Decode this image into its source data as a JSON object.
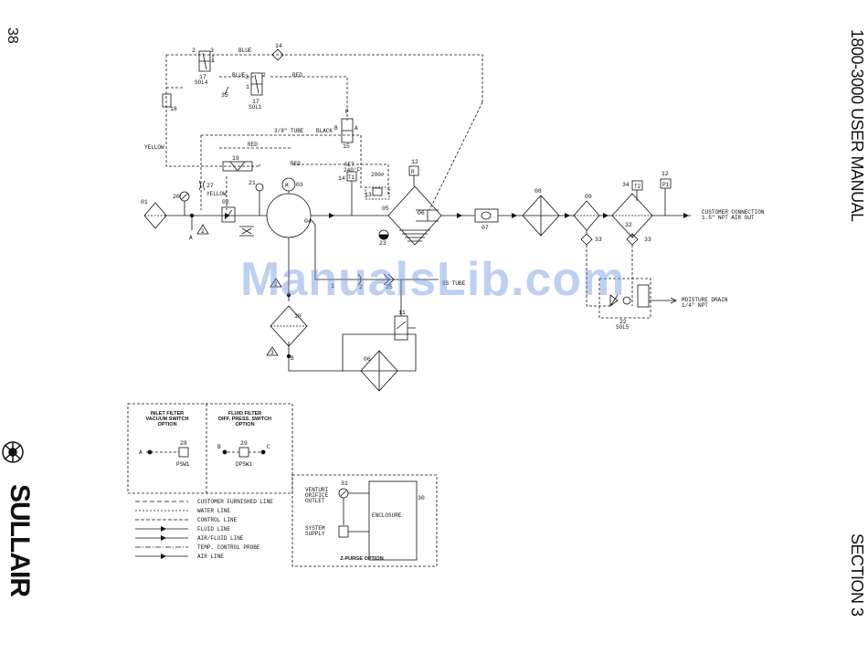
{
  "page": {
    "number": "38",
    "title": "1800-3000 USER MANUAL",
    "section": "SECTION 3",
    "brand": "SULLAIR",
    "watermark": "ManualsLib.com"
  },
  "diagram": {
    "wire_labels": {
      "blue_top": "BLUE",
      "blue_mid": "BLUE",
      "red_top": "RED",
      "yellow": "YELLOW",
      "tube": "3/8\" TUBE",
      "black": "BLACK",
      "red_mid": "RED",
      "red_lower": "RED",
      "yellow_small": "YELLOW",
      "ss_tube": "SS TUBE"
    },
    "components": {
      "sol4": "SOL4",
      "sol1": "SOL1",
      "sol5": "SOL5",
      "set_temp_1": "SET",
      "set_temp_2": "240°F",
      "sw_200": "200#",
      "port_p": "P",
      "port_b": "B",
      "port_a": "A",
      "port_a_main": "A",
      "port_b_lower": "B",
      "port_c_lower": "C",
      "motor": "M",
      "t1": "T1",
      "t2": "T2",
      "p1": "P1",
      "r": "R",
      "customer_conn_1": "CUSTOMER CONNECTION",
      "customer_conn_2": "1.5\" NPT AIR OUT",
      "moisture_1": "MOISTURE DRAIN",
      "moisture_2": "1/4\" NPT",
      "mark_2": "2",
      "mark_2b": "2",
      "mark_3": "3"
    },
    "numbers": {
      "n2_sol4": "2",
      "n3_sol4": "3",
      "n1_sol4": "1",
      "n17a": "17",
      "n14_top": "14",
      "n2_sol1": "2",
      "n3_sol1": "3",
      "n1_sol1": "1",
      "n17b": "17",
      "n35": "35",
      "n18": "18",
      "n15": "15",
      "n19": "19",
      "n27": "27",
      "n01": "01",
      "n20": "20",
      "n02": "02",
      "n21": "21",
      "n03": "03",
      "n04": "04",
      "n14_t1": "14",
      "n12_r": "12",
      "n13": "13",
      "n05": "05",
      "n06": "06",
      "n23": "23",
      "n07": "07",
      "n08": "08",
      "n09": "09",
      "n34": "34",
      "n12_p1": "12",
      "n32": "32",
      "n33a": "33",
      "n33b": "33",
      "n22": "22",
      "n10": "10",
      "n11": "11",
      "n06b": "06",
      "n1_lower": "1",
      "n2_lower": "2",
      "n25": "25"
    },
    "inset_inlet": {
      "title_1": "INLET FILTER",
      "title_2": "VACUUM SWITCH",
      "title_3": "OPTION",
      "port": "A",
      "num": "28",
      "tag": "PSW1"
    },
    "inset_fluid": {
      "title_1": "FLUID FILTER",
      "title_2": "DIFF. PRESS. SWITCH",
      "title_3": "OPTION",
      "port_b": "B",
      "port_c": "C",
      "num": "29",
      "tag": "DPSW1"
    },
    "legend": {
      "items": [
        "CUSTOMER FURNISHED LINE",
        "WATER LINE",
        "CONTROL LINE",
        "FLUID LINE",
        "AIR/FLUID LINE",
        "TEMP. CONTROL PROBE",
        "AIR LINE"
      ]
    },
    "zpurge": {
      "venturi_1": "VENTURI",
      "venturi_2": "ORIFICE",
      "venturi_3": "OUTLET",
      "supply_1": "SYSTEM",
      "supply_2": "SUPPLY",
      "enclosure": "ENCLOSURE",
      "n31": "31",
      "n30": "30",
      "title": "Z-PURGE OPTION"
    }
  }
}
